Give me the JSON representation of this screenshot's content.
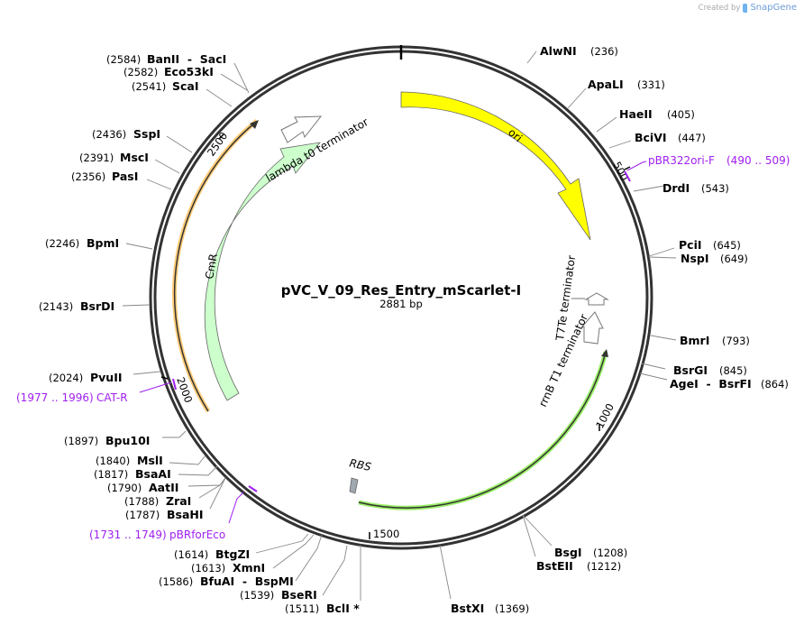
{
  "credit": {
    "prefix": "Created by",
    "brand": "SnapGene"
  },
  "plasmid": {
    "name": "pVC_V_09_Res_Entry_mScarlet-I",
    "length_label": "2881 bp",
    "length": 2881
  },
  "ticks": [
    {
      "pos": 500,
      "label": "500"
    },
    {
      "pos": 1000,
      "label": "1000"
    },
    {
      "pos": 1500,
      "label": "1500"
    },
    {
      "pos": 2000,
      "label": "2000"
    },
    {
      "pos": 2500,
      "label": "2500"
    }
  ],
  "features": [
    {
      "name": "ori",
      "label": "ori",
      "color": "#ffff00"
    },
    {
      "name": "cmr",
      "label": "CmR",
      "color": "#ccffcc"
    },
    {
      "name": "lambda-t0-terminator",
      "label": "lambda t0 terminator",
      "color": "#ffffff"
    },
    {
      "name": "t7te-terminator",
      "label": "T7Te terminator",
      "color": "#ffffff"
    },
    {
      "name": "rrnb-t1-terminator",
      "label": "rrnB T1 terminator",
      "color": "#ffffff"
    },
    {
      "name": "rbs",
      "label": "RBS",
      "color": "#a0a8b0"
    },
    {
      "name": "mscarlet-orf",
      "label": "",
      "color": "#99ee66"
    },
    {
      "name": "cat-orf",
      "label": "",
      "color": "#ffcc77"
    }
  ],
  "primers": [
    {
      "name": "pBR322ori-F",
      "range": "(490 .. 509)"
    },
    {
      "name": "CAT-R",
      "range": "(1977 .. 1996)"
    },
    {
      "name": "pBRforEco",
      "range": "(1731 .. 1749)"
    }
  ],
  "sites_right": [
    {
      "name": "AlwNI",
      "pos": "(236)"
    },
    {
      "name": "ApaLI",
      "pos": "(331)"
    },
    {
      "name": "HaeII",
      "pos": "(405)"
    },
    {
      "name": "BciVI",
      "pos": "(447)"
    },
    {
      "name": "DrdI",
      "pos": "(543)"
    },
    {
      "name": "PciI",
      "pos": "(645)"
    },
    {
      "name": "NspI",
      "pos": "(649)"
    },
    {
      "name": "BmrI",
      "pos": "(793)"
    },
    {
      "name": "BsrGI",
      "pos": "(845)"
    },
    {
      "name": "AgeI  -  BsrFI",
      "pos": "(864)"
    },
    {
      "name": "BsgI",
      "pos": "(1208)"
    },
    {
      "name": "BstEII",
      "pos": "(1212)"
    },
    {
      "name": "BstXI",
      "pos": "(1369)"
    }
  ],
  "sites_left": [
    {
      "name": "BanII  -  SacI",
      "pos": "(2584)"
    },
    {
      "name": "Eco53kI",
      "pos": "(2582)"
    },
    {
      "name": "ScaI",
      "pos": "(2541)"
    },
    {
      "name": "SspI",
      "pos": "(2436)"
    },
    {
      "name": "MscI",
      "pos": "(2391)"
    },
    {
      "name": "PasI",
      "pos": "(2356)"
    },
    {
      "name": "BpmI",
      "pos": "(2246)"
    },
    {
      "name": "BsrDI",
      "pos": "(2143)"
    },
    {
      "name": "PvuII",
      "pos": "(2024)"
    },
    {
      "name": "Bpu10I",
      "pos": "(1897)"
    },
    {
      "name": "MslI",
      "pos": "(1840)"
    },
    {
      "name": "BsaAI",
      "pos": "(1817)"
    },
    {
      "name": "AatII",
      "pos": "(1790)"
    },
    {
      "name": "ZraI",
      "pos": "(1788)"
    },
    {
      "name": "BsaHI",
      "pos": "(1787)"
    },
    {
      "name": "BtgZI",
      "pos": "(1614)"
    },
    {
      "name": "XmnI",
      "pos": "(1613)"
    },
    {
      "name": "BfuAI  -  BspMI",
      "pos": "(1586)"
    },
    {
      "name": "BseRI",
      "pos": "(1539)"
    },
    {
      "name": "BclI *",
      "pos": "(1511)"
    }
  ]
}
